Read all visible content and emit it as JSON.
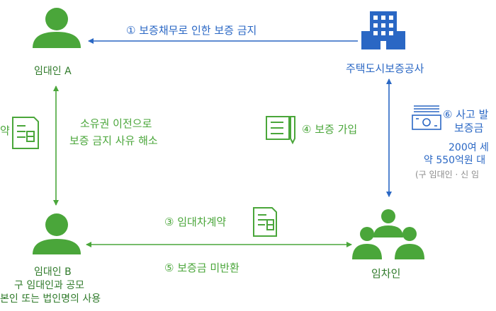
{
  "colors": {
    "green": "#4aa63a",
    "dark_green": "#2f7a2a",
    "blue": "#2a67c4",
    "gray": "#8c8c8c"
  },
  "icons": {
    "landlord_a": "person-icon",
    "landlord_b": "person-icon",
    "agency": "office-building-icon",
    "tenants": "group-of-people-icon",
    "contract": "document-icon",
    "sign_up": "signature-form-icon",
    "payment": "banknote-icon"
  },
  "nodes": {
    "landlord_a": "임대인 A",
    "landlord_b": "임대인 B",
    "landlord_b_note1": "구 임대인과 공모",
    "landlord_b_note2": "본인 또는 법인명의 사용",
    "agency": "주택도시보증공사",
    "tenant": "임차인"
  },
  "steps": {
    "s1": "① 보증채무로 인한 보증 금지",
    "left_contract": "약",
    "transfer_line1": "소유권 이전으로",
    "transfer_line2": "보증 금지 사유 해소",
    "s4": "④ 보증 가입",
    "s6_line1": "⑥ 사고 발",
    "s6_line2": "보증금 ",
    "stats_line1": "200여 세",
    "stats_line2": "약 550억원 대",
    "stats_line3": "(구 임대인 · 신 임",
    "s3": "③ 임대차계약",
    "s5": "⑤ 보증금 미반환"
  }
}
